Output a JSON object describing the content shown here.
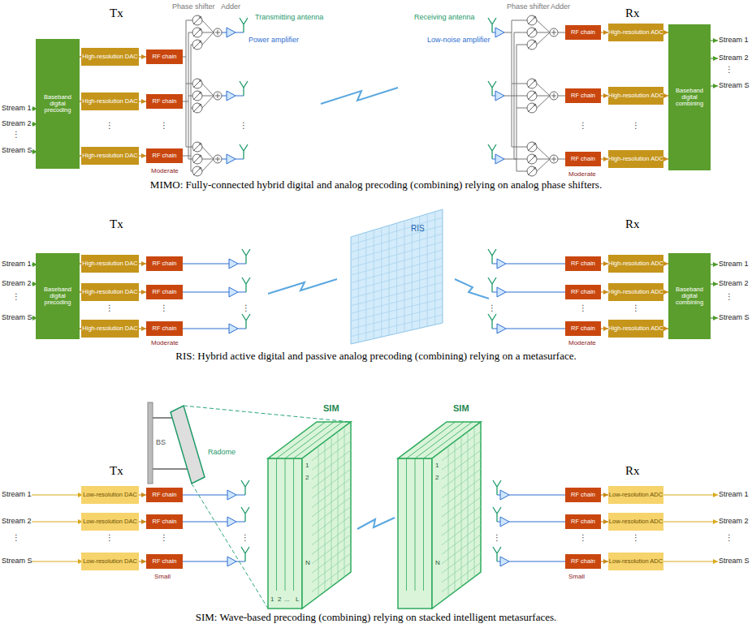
{
  "diagram": {
    "nodes": [
      {
        "text": [
          "Baseband digital precoding"
        ]
      },
      {
        "text": [
          "High-resolution DAC"
        ]
      },
      {
        "text": [
          "High-resolution DAC"
        ]
      },
      {
        "text": [
          "High-resolution DAC"
        ]
      },
      {
        "text": [
          "RF chain"
        ]
      },
      {
        "text": [
          "RF chain"
        ]
      },
      {
        "text": [
          "RF chain"
        ]
      },
      {
        "text": [
          "RF chain"
        ]
      },
      {
        "text": [
          "RF chain"
        ]
      },
      {
        "text": [
          "RF chain"
        ]
      },
      {
        "text": [
          "High-resolution ADC"
        ]
      },
      {
        "text": [
          "High-resolution ADC"
        ]
      },
      {
        "text": [
          "High-resolution ADC"
        ]
      },
      {
        "text": [
          "Baseband digital combining"
        ]
      },
      {
        "text": [
          "Baseband digital precoding"
        ]
      },
      {
        "text": [
          "High-resolution DAC"
        ]
      },
      {
        "text": [
          "High-resolution DAC"
        ]
      },
      {
        "text": [
          "High-resolution DAC"
        ]
      },
      {
        "text": [
          "RF chain"
        ]
      },
      {
        "text": [
          "RF chain"
        ]
      },
      {
        "text": [
          "RF chain"
        ]
      },
      {
        "text": [
          "RF chain"
        ]
      },
      {
        "text": [
          "RF chain"
        ]
      },
      {
        "text": [
          "RF chain"
        ]
      },
      {
        "text": [
          "High-resolution ADC"
        ]
      },
      {
        "text": [
          "High-resolution ADC"
        ]
      },
      {
        "text": [
          "High-resolution ADC"
        ]
      },
      {
        "text": [
          "Baseband digital combining"
        ]
      },
      {
        "text": [
          "Low-resolution DAC"
        ]
      },
      {
        "text": [
          "Low-resolution DAC"
        ]
      },
      {
        "text": [
          "Low-resolution DAC"
        ]
      },
      {
        "text": [
          "RF chain"
        ]
      },
      {
        "text": [
          "RF chain"
        ]
      },
      {
        "text": [
          "RF chain"
        ]
      },
      {
        "text": [
          "RF chain"
        ]
      },
      {
        "text": [
          "RF chain"
        ]
      },
      {
        "text": [
          "RF chain"
        ]
      },
      {
        "text": [
          "Low-resolution ADC"
        ]
      },
      {
        "text": [
          "Low-resolution ADC"
        ]
      },
      {
        "text": [
          "Low-resolution ADC"
        ]
      }
    ],
    "edges": [
      {
        "from": 0,
        "to": 1,
        "arrow": "to"
      },
      {
        "from": 0,
        "to": 2,
        "arrow": "to"
      },
      {
        "from": 0,
        "to": 3,
        "arrow": "to"
      },
      {
        "from": 1,
        "to": 4,
        "arrow": "to"
      },
      {
        "from": 2,
        "to": 5,
        "arrow": "to"
      },
      {
        "from": 3,
        "to": 6,
        "arrow": "to"
      },
      {
        "from": 7,
        "to": 10,
        "arrow": "to"
      },
      {
        "from": 8,
        "to": 11,
        "arrow": "to"
      },
      {
        "from": 9,
        "to": 12,
        "arrow": "to"
      },
      {
        "from": 10,
        "to": 13,
        "arrow": "to"
      },
      {
        "from": 11,
        "to": 13,
        "arrow": "to"
      },
      {
        "from": 12,
        "to": 13,
        "arrow": "to"
      },
      {
        "from": 14,
        "to": 15,
        "arrow": "to"
      },
      {
        "from": 14,
        "to": 16,
        "arrow": "to"
      },
      {
        "from": 14,
        "to": 17,
        "arrow": "to"
      },
      {
        "from": 15,
        "to": 18,
        "arrow": "to"
      },
      {
        "from": 16,
        "to": 19,
        "arrow": "to"
      },
      {
        "from": 17,
        "to": 20,
        "arrow": "to"
      },
      {
        "from": 21,
        "to": 24,
        "arrow": "to"
      },
      {
        "from": 22,
        "to": 25,
        "arrow": "to"
      },
      {
        "from": 23,
        "to": 26,
        "arrow": "to"
      },
      {
        "from": 24,
        "to": 27,
        "arrow": "to"
      },
      {
        "from": 25,
        "to": 27,
        "arrow": "to"
      },
      {
        "from": 26,
        "to": 27,
        "arrow": "to"
      },
      {
        "from": 28,
        "to": 31,
        "arrow": "to"
      },
      {
        "from": 29,
        "to": 32,
        "arrow": "to"
      },
      {
        "from": 30,
        "to": 33,
        "arrow": "to"
      },
      {
        "from": 34,
        "to": 37,
        "arrow": "to"
      },
      {
        "from": 35,
        "to": 38,
        "arrow": "to"
      },
      {
        "from": 36,
        "to": 39,
        "arrow": "to"
      }
    ],
    "labels": [
      "Stream 1",
      "Stream 2",
      "⋮",
      "Stream S",
      "Tx",
      "Phase shifter",
      "Adder",
      "Transmitting antenna",
      "Power amplifier",
      "⋮",
      "⋮",
      "⋮",
      "Moderate",
      "Receiving antenna",
      "Phase shifter",
      "Adder",
      "Low-noise amplifier",
      "Rx",
      "⋮",
      "⋮",
      "Moderate",
      "Stream 1",
      "Stream 2",
      "⋮",
      "Stream S",
      "MIMO: Fully-connected hybrid digital and analog precoding (combining) relying on analog phase shifters.",
      "Tx",
      "Stream 1",
      "Stream 2",
      "⋮",
      "Stream S",
      "⋮",
      "⋮",
      "⋮",
      "Moderate",
      "RIS",
      "Rx",
      "⋮",
      "⋮",
      "⋮",
      "Moderate",
      "Stream 1",
      "Stream 2",
      "⋮",
      "Stream S",
      "RIS: Hybrid active digital and passive analog precoding (combining) relying on a metasurface.",
      "Stream 1",
      "Stream 2",
      "⋮",
      "Stream S",
      "BS",
      "Radome",
      "Tx",
      "⋮",
      "⋮",
      "⋮",
      "Small",
      "SIM",
      "1",
      "2",
      "N",
      "1",
      "2",
      "...",
      "L",
      "SIM",
      "1",
      "2",
      "N",
      "Rx",
      "⋮",
      "⋮",
      "⋮",
      "Small",
      "Stream 1",
      "Stream 2",
      "⋮",
      "Stream S",
      "SIM: Wave-based precoding (combining) relying on stacked intelligent metasurfaces."
    ]
  }
}
